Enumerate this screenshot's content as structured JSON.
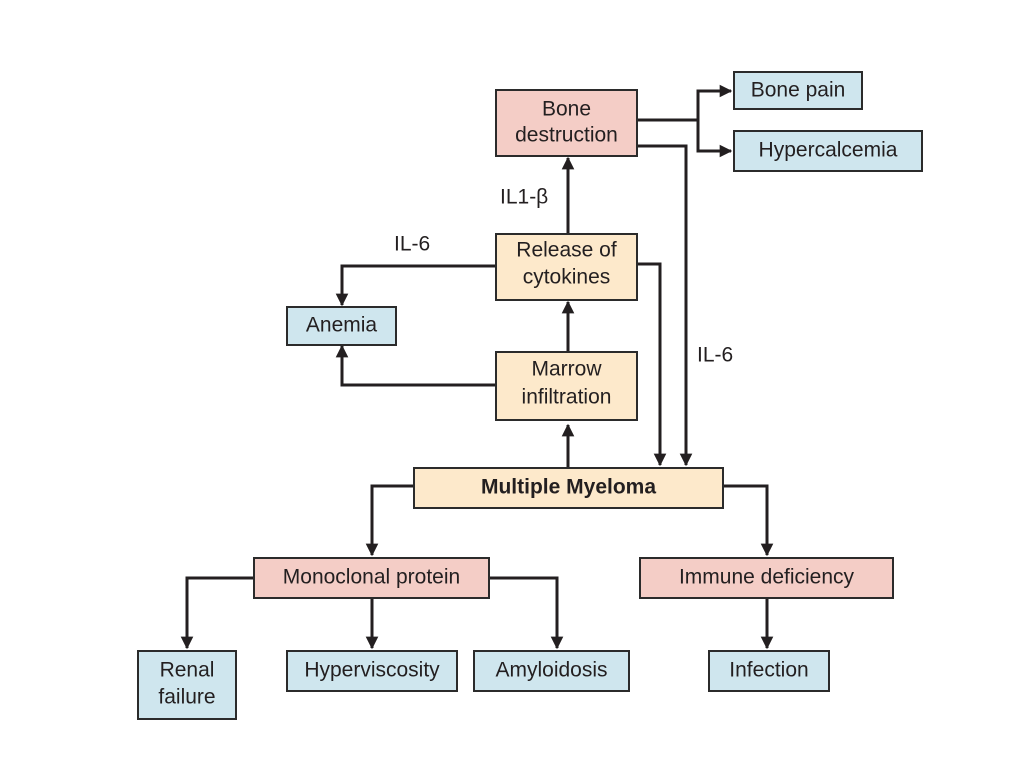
{
  "colors": {
    "effect": "#f4cdc6",
    "process": "#fde9cb",
    "outcome": "#cfe6ee",
    "stroke": "#2b2b2b"
  },
  "nodes": {
    "bone_destruction": {
      "line1": "Bone",
      "line2": "destruction",
      "kind": "effect"
    },
    "bone_pain": {
      "text": "Bone pain",
      "kind": "outcome"
    },
    "hypercalcemia": {
      "text": "Hypercalcemia",
      "kind": "outcome"
    },
    "release_of_cytokines": {
      "line1": "Release of",
      "line2": "cytokines",
      "kind": "process"
    },
    "anemia": {
      "text": "Anemia",
      "kind": "outcome"
    },
    "marrow_infiltration": {
      "line1": "Marrow",
      "line2": "infiltration",
      "kind": "process"
    },
    "multiple_myeloma": {
      "text": "Multiple Myeloma",
      "kind": "process"
    },
    "monoclonal_protein": {
      "text": "Monoclonal protein",
      "kind": "effect"
    },
    "immune_deficiency": {
      "text": "Immune deficiency",
      "kind": "effect"
    },
    "renal_failure": {
      "line1": "Renal",
      "line2": "failure",
      "kind": "outcome"
    },
    "hyperviscosity": {
      "text": "Hyperviscosity",
      "kind": "outcome"
    },
    "amyloidosis": {
      "text": "Amyloidosis",
      "kind": "outcome"
    },
    "infection": {
      "text": "Infection",
      "kind": "outcome"
    }
  },
  "edge_labels": {
    "il1_beta": "IL1-β",
    "il6_anemia": "IL-6",
    "il6_myeloma": "IL-6"
  }
}
